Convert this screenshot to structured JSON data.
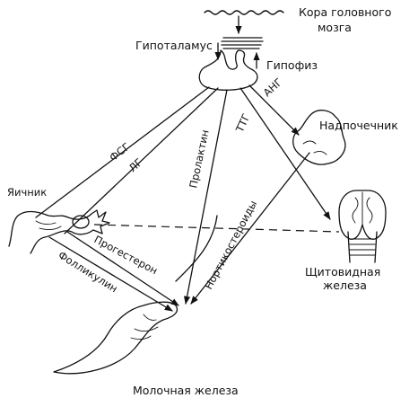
{
  "labels": {
    "cortex_line1": "Кора головного",
    "cortex_line2": "мозга",
    "hypothalamus": "Гипоталамус",
    "pituitary": "Гипофиз",
    "adrenal": "Надпочечник",
    "ovary": "Яичник",
    "thyroid_line1": "Щитовидная",
    "thyroid_line2": "железа",
    "mammary": "Молочная железа"
  },
  "hormones": {
    "fsg": "ФСГ",
    "lg": "ЛГ",
    "prolactin": "Пролактин",
    "ttg": "ТТГ",
    "ang": "АНГ",
    "progesterone": "Прогестерон",
    "follikulin": "Фолликулин",
    "corticosteroids": "Нортикостероиды"
  }
}
